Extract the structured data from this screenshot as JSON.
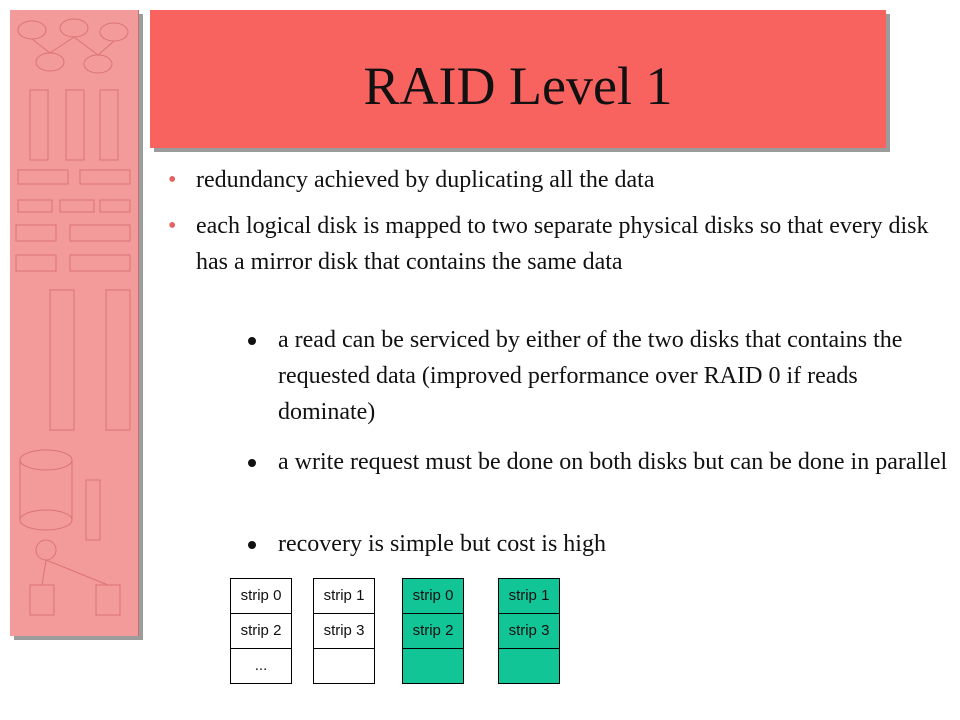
{
  "slide": {
    "title": "RAID Level 1",
    "bullets": [
      "redundancy achieved by duplicating all the data",
      "each logical disk is mapped to two separate physical disks so that every disk has a mirror disk that contains the same data"
    ],
    "sub_bullets": [
      "a read can be serviced by either of the two disks that contains the requested data (improved performance over RAID 0 if reads dominate)",
      "a write request must be done on both disks but can be done in parallel",
      "recovery is simple but cost is high"
    ]
  },
  "disks": [
    {
      "cells": [
        "strip 0",
        "strip 2",
        "..."
      ]
    },
    {
      "cells": [
        "strip 1",
        "strip 3",
        ""
      ]
    },
    {
      "cells": [
        "strip 0",
        "strip 2",
        ""
      ]
    },
    {
      "cells": [
        "strip 1",
        "strip 3",
        ""
      ]
    }
  ],
  "colors": {
    "title_banner": "#f8625f",
    "side_panel": "#f39a9a",
    "mirror_disk": "#12c596",
    "bullet_marker": "#e46262"
  }
}
